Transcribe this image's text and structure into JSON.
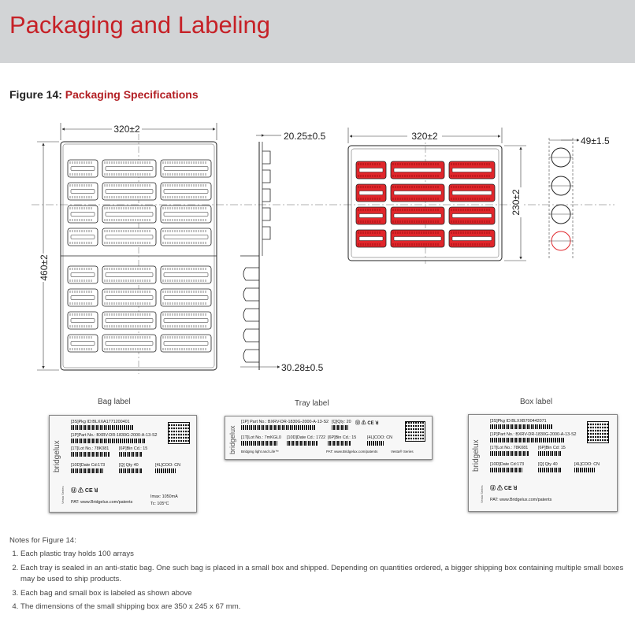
{
  "page": {
    "title": "Packaging and Labeling"
  },
  "figure": {
    "prefix": "Figure 14:",
    "title": "Packaging Specifications"
  },
  "dimensions": {
    "tray_width": "320±2",
    "tray_height": "460±2",
    "tray_thickness": "20.25±0.5",
    "tray_offset": "30.28±0.5",
    "bag_width": "320±2",
    "bag_height": "230±2",
    "stack_width": "49±1.5"
  },
  "labels": {
    "bag": {
      "caption": "Bag label",
      "pkg": "[3S]Pkg ID:BLXXA1771200401",
      "part": "[1P]Part No.: BXRV-DR-1830G-2000-A-13-S2",
      "lot": "[1T]Lot No.: 78K081",
      "bin": "[6P]Bin Cd.: 15",
      "date": "[10D]Date Cd:173",
      "qty": "[Q] Qty 40",
      "coo": "[4L]COO: CN",
      "pat": "PAT: www.Bridgelux.com/patents",
      "imax": "Imax: 1050mA",
      "tc": "Tc: 105°C",
      "brand": "bridgelux",
      "series": "Vesta Series"
    },
    "tray": {
      "caption": "Tray label",
      "part": "[1P] Part No.: BXRV-DR-1830G-2000-A-13-S2",
      "qty": "[Q]Qty: 20",
      "lot": "[1T]Lot No.: 7mKGL0",
      "date": "[10D]Date Cd.: 1722",
      "bin": "[6P]Bin Cd.: 15",
      "coo": "[4L]COO: CN",
      "tagline": "Bridging light and Life™",
      "pat": "PAT: www.Bridgelux.com/patents",
      "series": "Vesta® Series",
      "brand": "bridgelux"
    },
    "box": {
      "caption": "Box label",
      "pkg": "[3S]Pkg ID:BLXXB700442071",
      "part": "[1P]Part No.: BXRV-DR-1830G-2000-A-13-S2",
      "lot": "[1T]Lot No.: 78K081",
      "bin": "[6P]Bin Cd: 15",
      "date": "[10D]Date Cd:173",
      "qty": "[Q] Qty 40",
      "coo": "[4L]COO: CN",
      "pat": "PAT: www.Bridgelux.com/patents",
      "brand": "bridgelux",
      "series": "Vesta Series"
    }
  },
  "notes": {
    "heading": "Notes for Figure 14:",
    "items": [
      "Each plastic tray holds 100 arrays",
      "Each tray is sealed in an anti-static bag. One such bag is placed in a small box and shipped. Depending on quantities ordered, a bigger shipping box containing multiple small boxes may be used to ship products.",
      "Each bag and small box is labeled as shown above",
      "The dimensions of the small shipping box are 350 x 245 x 67 mm."
    ]
  },
  "colors": {
    "title_red": "#c62127",
    "header_bg": "#d2d4d6",
    "highlight_red": "#e0262b"
  }
}
